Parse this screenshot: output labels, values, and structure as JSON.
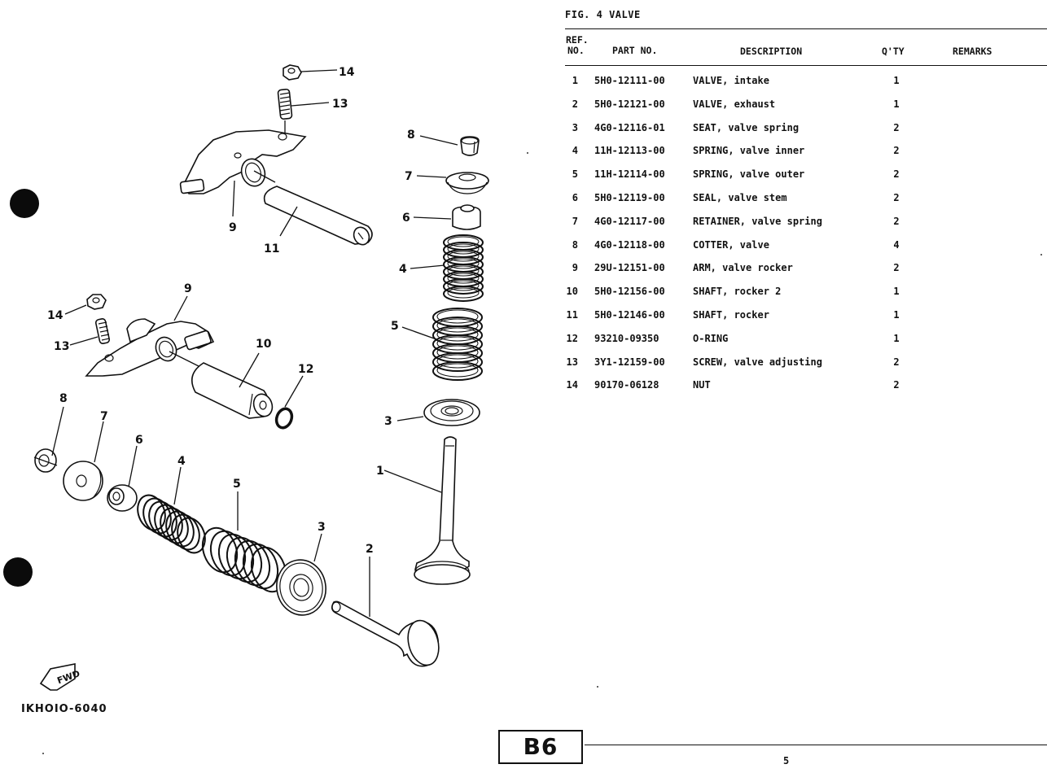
{
  "figure": {
    "title": "FIG.  4  VALVE",
    "diagram_code": "IKHOIO-6040",
    "direction_marker": "FWD"
  },
  "table": {
    "headers": {
      "ref_line1": "REF.",
      "ref_line2": "NO.",
      "part_no": "PART NO.",
      "description": "DESCRIPTION",
      "qty": "Q'TY",
      "remarks": "REMARKS"
    },
    "rows": [
      {
        "ref": "1",
        "part_no": "5H0-12111-00",
        "description": "VALVE, intake",
        "qty": "1",
        "remarks": ""
      },
      {
        "ref": "2",
        "part_no": "5H0-12121-00",
        "description": "VALVE, exhaust",
        "qty": "1",
        "remarks": ""
      },
      {
        "ref": "3",
        "part_no": "4G0-12116-01",
        "description": "SEAT, valve spring",
        "qty": "2",
        "remarks": ""
      },
      {
        "ref": "4",
        "part_no": "11H-12113-00",
        "description": "SPRING, valve inner",
        "qty": "2",
        "remarks": ""
      },
      {
        "ref": "5",
        "part_no": "11H-12114-00",
        "description": "SPRING, valve outer",
        "qty": "2",
        "remarks": ""
      },
      {
        "ref": "6",
        "part_no": "5H0-12119-00",
        "description": "SEAL, valve stem",
        "qty": "2",
        "remarks": ""
      },
      {
        "ref": "7",
        "part_no": "4G0-12117-00",
        "description": "RETAINER, valve spring",
        "qty": "2",
        "remarks": ""
      },
      {
        "ref": "8",
        "part_no": "4G0-12118-00",
        "description": "COTTER, valve",
        "qty": "4",
        "remarks": ""
      },
      {
        "ref": "9",
        "part_no": "29U-12151-00",
        "description": "ARM, valve rocker",
        "qty": "2",
        "remarks": ""
      },
      {
        "ref": "10",
        "part_no": "5H0-12156-00",
        "description": "SHAFT, rocker 2",
        "qty": "1",
        "remarks": ""
      },
      {
        "ref": "11",
        "part_no": "5H0-12146-00",
        "description": "SHAFT, rocker",
        "qty": "1",
        "remarks": ""
      },
      {
        "ref": "12",
        "part_no": "93210-09350",
        "description": "O-RING",
        "qty": "1",
        "remarks": ""
      },
      {
        "ref": "13",
        "part_no": "3Y1-12159-00",
        "description": "SCREW, valve adjusting",
        "qty": "2",
        "remarks": ""
      },
      {
        "ref": "14",
        "part_no": "90170-06128",
        "description": "NUT",
        "qty": "2",
        "remarks": ""
      }
    ]
  },
  "callouts": {
    "upper_assembly": [
      "14",
      "13",
      "9",
      "11"
    ],
    "right_column": [
      "8",
      "7",
      "6",
      "4",
      "5",
      "3",
      "1"
    ],
    "lower_assembly": [
      "9",
      "14",
      "13",
      "10",
      "12",
      "8",
      "7",
      "6",
      "4",
      "5",
      "3",
      "2"
    ]
  },
  "footer": {
    "section_code": "B6",
    "page_number": "5"
  }
}
